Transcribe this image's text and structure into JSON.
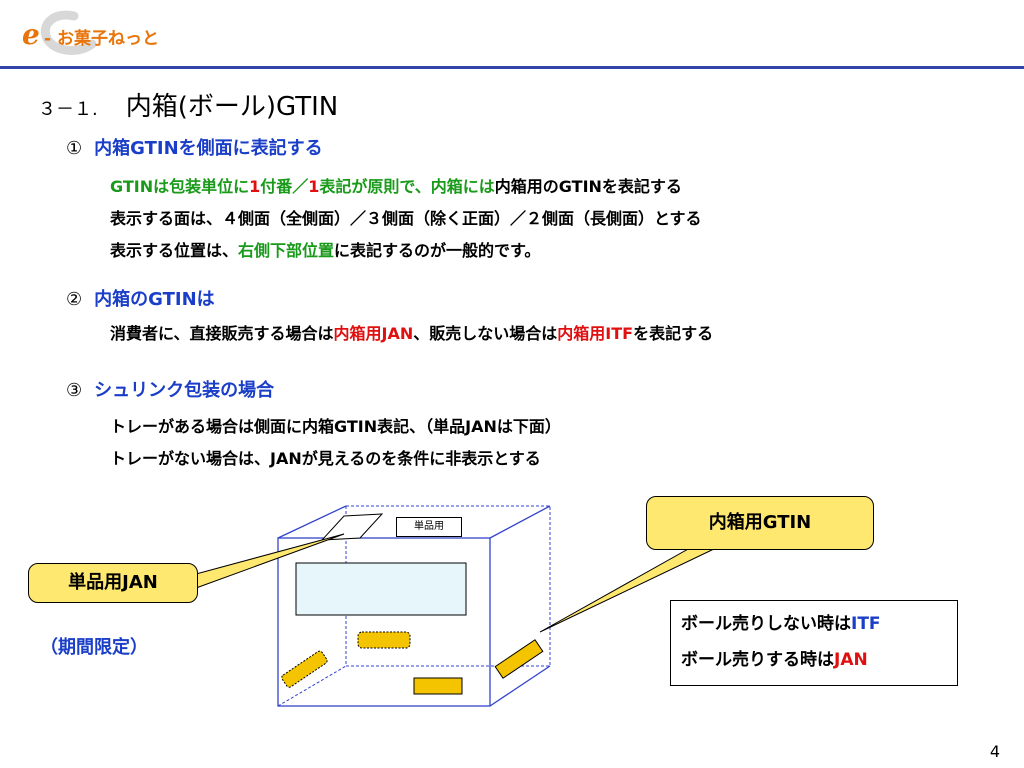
{
  "logo": {
    "e": "e",
    "text": "- お菓子ねっと"
  },
  "title": {
    "number": "３－１.",
    "text": "内箱(ボール)GTIN"
  },
  "sections": [
    {
      "marker": "①",
      "heading": "内箱GTINを側面に表記する",
      "lines": [
        {
          "parts": [
            {
              "text": "GTINは包装単位に",
              "color": "green"
            },
            {
              "text": "1",
              "color": "red"
            },
            {
              "text": "付番／",
              "color": "green"
            },
            {
              "text": "1",
              "color": "red"
            },
            {
              "text": "表記が原則で、内箱には",
              "color": "green"
            },
            {
              "text": "内箱用のGTINを表記する",
              "color": "black"
            }
          ]
        },
        {
          "parts": [
            {
              "text": "表示する面は、４側面（全側面）／３側面（除く正面）／２側面（長側面）とする",
              "color": "black"
            }
          ]
        },
        {
          "parts": [
            {
              "text": "表示する位置は、",
              "color": "black"
            },
            {
              "text": "右側下部位置",
              "color": "green"
            },
            {
              "text": "に表記するのが一般的です。",
              "color": "black"
            }
          ]
        }
      ]
    },
    {
      "marker": "②",
      "heading": "内箱のGTINは",
      "lines": [
        {
          "parts": [
            {
              "text": "消費者に、直接販売する場合は",
              "color": "black"
            },
            {
              "text": "内箱用JAN",
              "color": "red"
            },
            {
              "text": "、販売しない場合は",
              "color": "black"
            },
            {
              "text": "内箱用ITF",
              "color": "red"
            },
            {
              "text": "を表記する",
              "color": "black"
            }
          ]
        }
      ]
    },
    {
      "marker": "③",
      "heading": "シュリンク包装の場合",
      "lines": [
        {
          "parts": [
            {
              "text": "トレーがある場合は側面に内箱GTIN表記、（単品JANは下面）",
              "color": "black"
            }
          ]
        },
        {
          "parts": [
            {
              "text": "トレーがない場合は、JANが見えるのを条件に非表示とする",
              "color": "black"
            }
          ]
        }
      ]
    }
  ],
  "diagram": {
    "single_label": "単品用",
    "callout_jan": "単品用JAN",
    "limited": "（期間限定）",
    "callout_gtin": "内箱用GTIN",
    "info": [
      {
        "prefix": "ボール売りしない時は",
        "code": "ITF",
        "code_color": "blue"
      },
      {
        "prefix": "ボール売りする時は",
        "code": "JAN",
        "code_color": "red"
      }
    ]
  },
  "colors": {
    "green": "#1a9a1a",
    "red": "#e01010",
    "blue": "#1a3ec8",
    "black": "#000000",
    "callout": "#ffe870",
    "barcode": "#f5c400"
  },
  "page_number": "4"
}
